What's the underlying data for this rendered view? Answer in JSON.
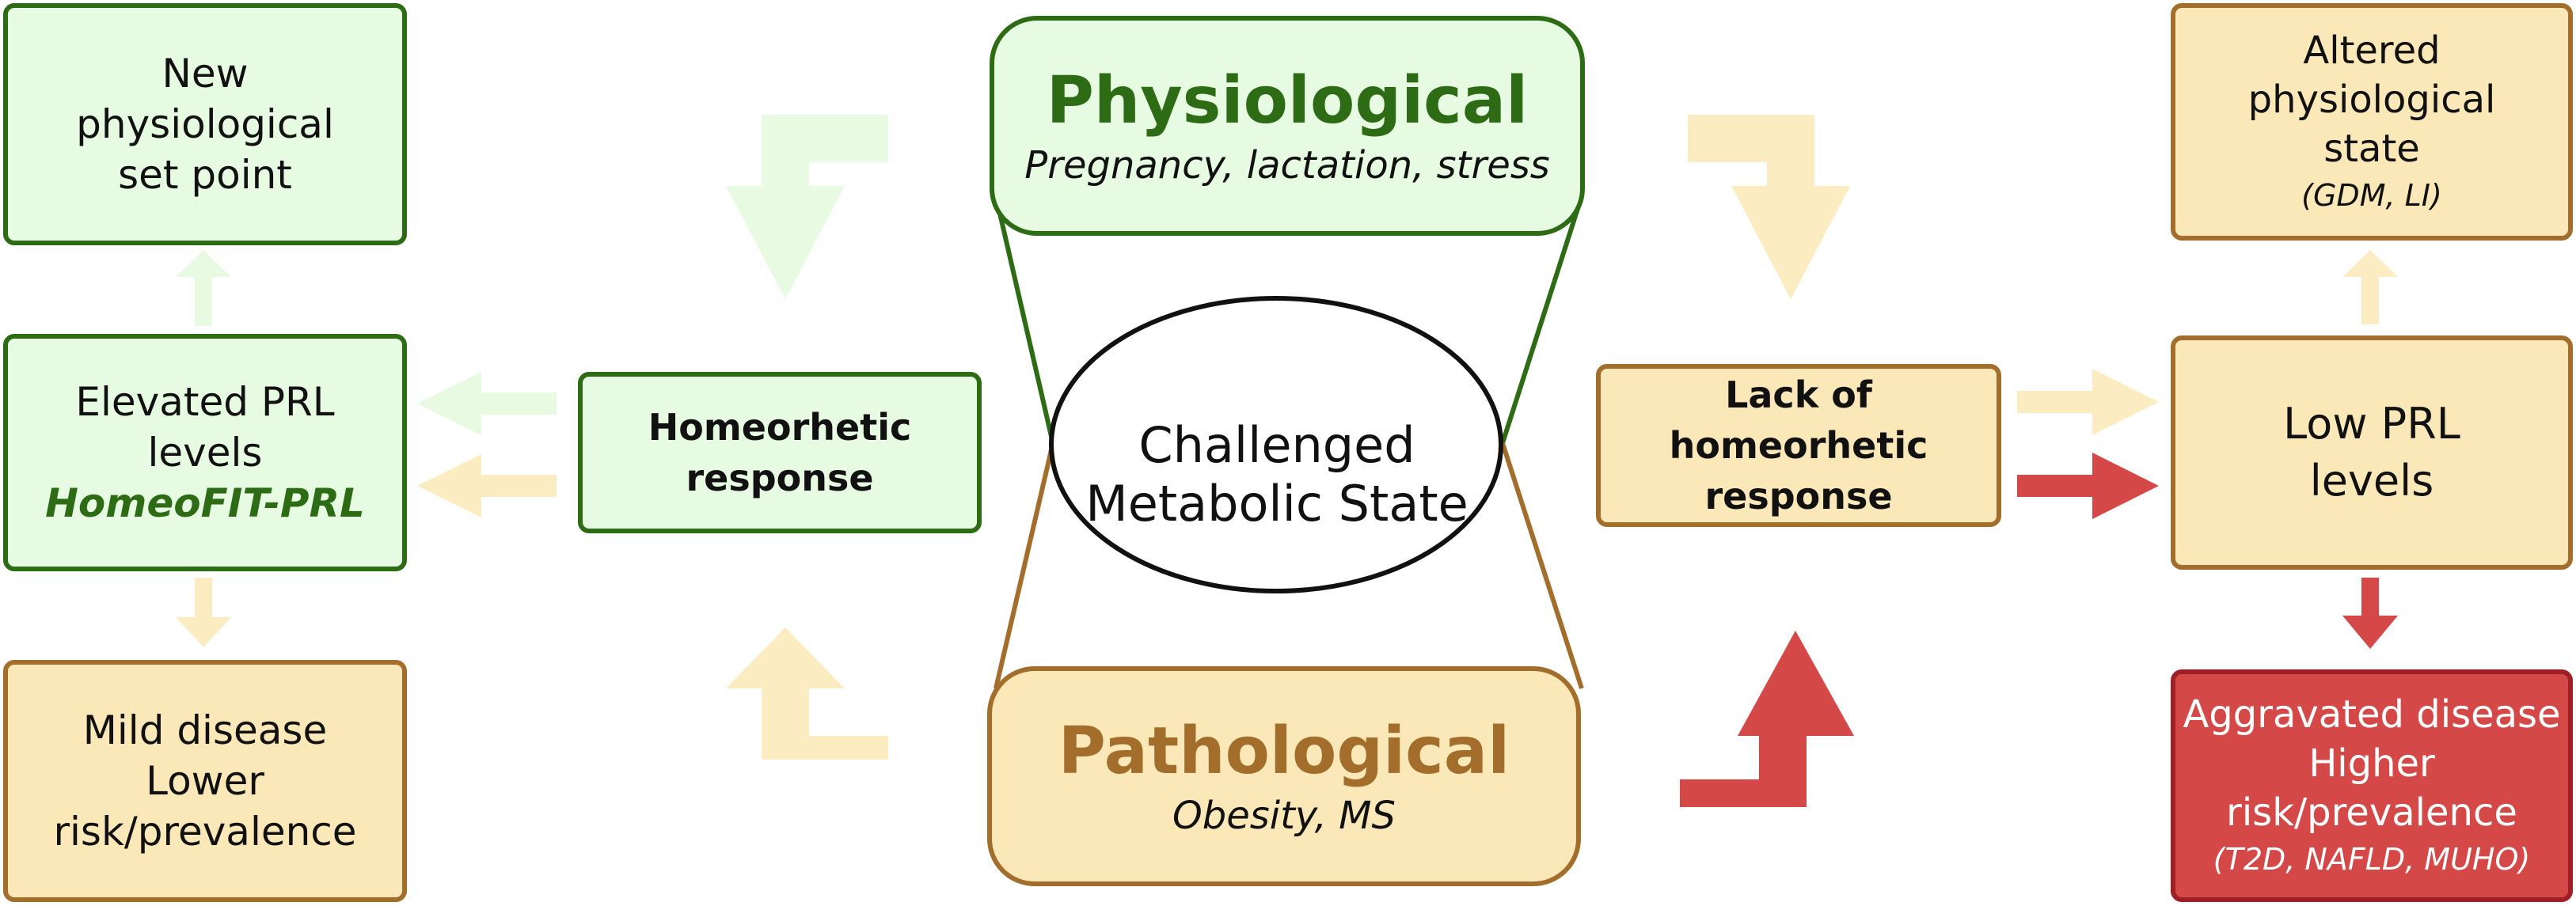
{
  "colors": {
    "green_fill": "#e6fbe2",
    "green_border": "#2e6b15",
    "tan_fill": "#fae8b9",
    "tan_border": "#a36e2b",
    "red_fill": "#d54848",
    "red_border": "#9e1f24",
    "light_green_arrow": "#e8fbe2",
    "light_tan_arrow": "#fbecc2",
    "red_arrow": "#d54848"
  },
  "physiological": {
    "title": "Physiological",
    "subtitle": "Pregnancy, lactation, stress"
  },
  "pathological": {
    "title": "Pathological",
    "subtitle": "Obesity, MS"
  },
  "center": {
    "line1": "Challenged",
    "line2": "Metabolic State"
  },
  "homeorhetic": {
    "line1": "Homeorhetic",
    "line2": "response"
  },
  "lack": {
    "line1": "Lack of",
    "line2": "homeorhetic",
    "line3": "response"
  },
  "set_point": {
    "line1": "New",
    "line2": "physiological",
    "line3": "set point"
  },
  "elevated": {
    "line1": "Elevated PRL",
    "line2": "levels",
    "line3": "HomeoFIT-PRL"
  },
  "mild": {
    "line1": "Mild disease",
    "line2": "Lower",
    "line3": "risk/prevalence"
  },
  "altered": {
    "line1": "Altered",
    "line2": "physiological",
    "line3": "state",
    "line4": "(GDM, LI)"
  },
  "low": {
    "line1": "Low PRL",
    "line2": "levels"
  },
  "aggravated": {
    "line1": "Aggravated disease",
    "line2": "Higher",
    "line3": "risk/prevalence",
    "line4": "(T2D, NAFLD, MUHO)"
  }
}
